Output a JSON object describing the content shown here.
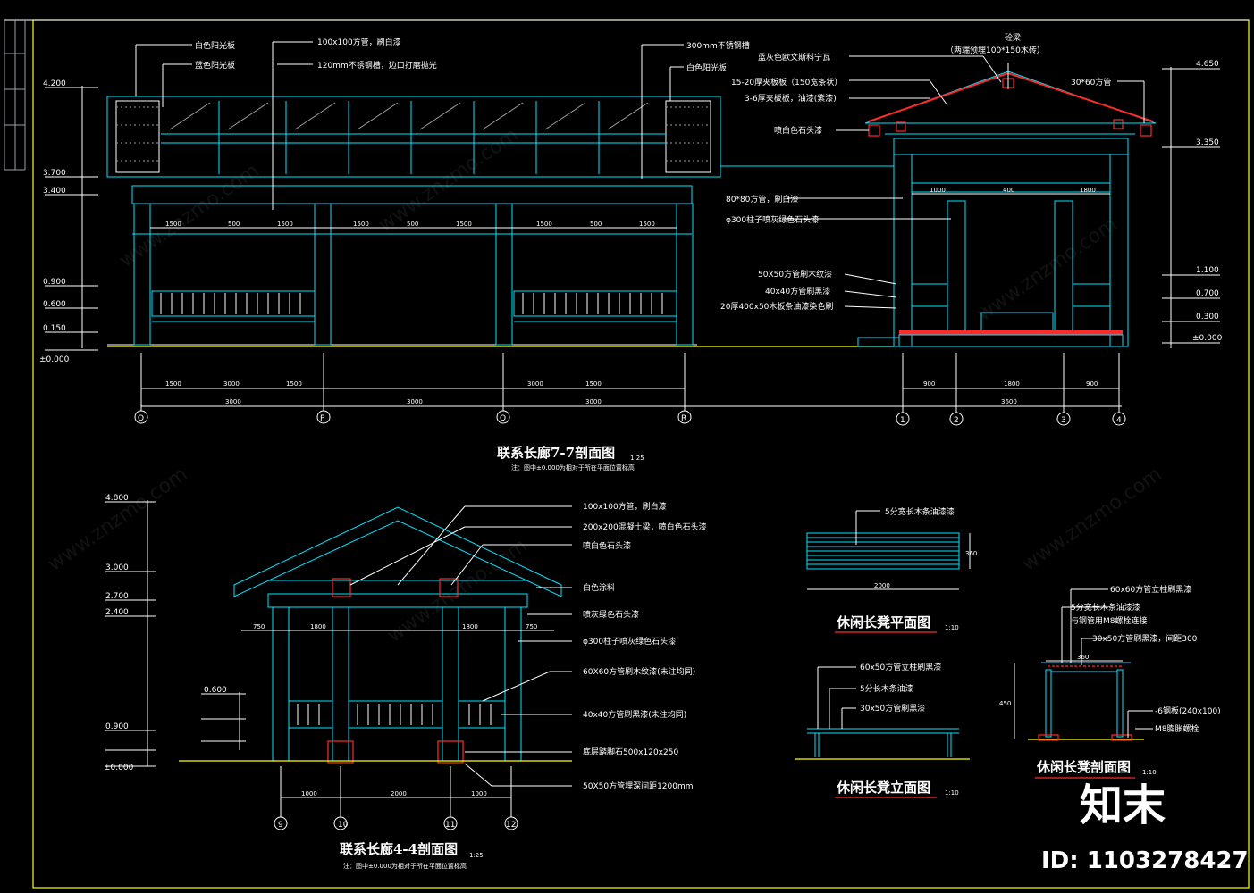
{
  "colors": {
    "background": "#000000",
    "structure": "#00e5ff",
    "annotation": "#ffffff",
    "frame": "#ffff00",
    "highlight": "#ff2a2a"
  },
  "section77": {
    "title": "联系长廊7-7剖面图",
    "scale": "1:25",
    "note": "注：图中±0.000为相对于所在平面位置标高",
    "labels": [
      "白色阳光板",
      "100x100方管，刷白漆",
      "蓝色阳光板",
      "120mm不锈钢槽，边口打磨抛光",
      "300mm不锈钢槽",
      "白色阳光板"
    ],
    "elevations": [
      "4.200",
      "3.700",
      "3.400",
      "0.900",
      "0.600",
      "0.150",
      "±0.000"
    ],
    "dims": [
      "1500",
      "500",
      "1500",
      "1500",
      "500",
      "1500",
      "1500",
      "500",
      "1500",
      "1500",
      "3000",
      "1500",
      "3000",
      "1500"
    ],
    "dims_total": [
      "3000",
      "3000",
      "3000"
    ],
    "grids": [
      "O",
      "P",
      "Q",
      "R"
    ]
  },
  "sectionR": {
    "labels": [
      "砼梁",
      "（两端预埋100*150木砖）",
      "蓝灰色欧文斯科宁瓦",
      "15-20厚夹板板（150宽条状）",
      "3-6厚夹板板，油漆(紫漆)",
      "30*60方管",
      "喷白色石头漆",
      "80*80方管，刷白漆",
      "φ300柱子喷灰绿色石头漆",
      "50X50方管刷木纹漆",
      "40x40方管刷黑漆",
      "20厚400x50木板条油漆染色刷"
    ],
    "elevations": [
      "4.650",
      "3.350",
      "1.100",
      "0.700",
      "0.300",
      "±0.000"
    ],
    "dims_top": [
      "1000",
      "400",
      "1800"
    ],
    "dims_bottom": [
      "900",
      "1800",
      "900",
      "3600"
    ],
    "grids": [
      "1",
      "2",
      "3",
      "4"
    ]
  },
  "section44": {
    "title": "联系长廊4-4剖面图",
    "scale": "1:25",
    "note": "注：图中±0.000为相对于所在平面位置标高",
    "labels": [
      "100x100方管，刷白漆",
      "200x200混凝土梁，喷白色石头漆",
      "喷白色石头漆",
      "白色涂料",
      "喷灰绿色石头漆",
      "φ300柱子喷灰绿色石头漆",
      "60X60方管刷木纹漆(未注均同)",
      "40x40方管刷黑漆(未注均同)",
      "底层踏脚石500x120x250",
      "50X50方管埋深间距1200mm"
    ],
    "elevations": [
      "4.800",
      "3.000",
      "2.700",
      "2.400",
      "0.900",
      "0.600",
      "±0.000"
    ],
    "dims_top": [
      "750",
      "1800",
      "1800",
      "750"
    ],
    "dims_bottom": [
      "1000",
      "2000",
      "1000"
    ],
    "grids": [
      "9",
      "10",
      "11",
      "12"
    ]
  },
  "bench_plan": {
    "title": "休闲长凳平面图",
    "scale": "1:10",
    "label": "5分宽长木条油漆漆",
    "dims": [
      "2000",
      "360"
    ]
  },
  "bench_elev": {
    "title": "休闲长凳立面图",
    "scale": "1:10",
    "labels": [
      "60x50方管立柱刷黑漆",
      "5分长木条油漆",
      "30x50方管刷黑漆"
    ]
  },
  "bench_sec": {
    "title": "休闲长凳剖面图",
    "scale": "1:10",
    "labels": [
      "60x60方管立柱刷黑漆",
      "5分宽长木条油漆漆",
      "与钢管用M8螺栓连接",
      "30x50方管刷黑漆，间距300",
      "-6钢板(240x100)",
      "M8膨胀螺栓"
    ],
    "dims": [
      "450",
      "360"
    ]
  },
  "watermark": {
    "brand": "知末",
    "id": "ID: 1103278427",
    "ghost": "www.znzmo.com"
  }
}
